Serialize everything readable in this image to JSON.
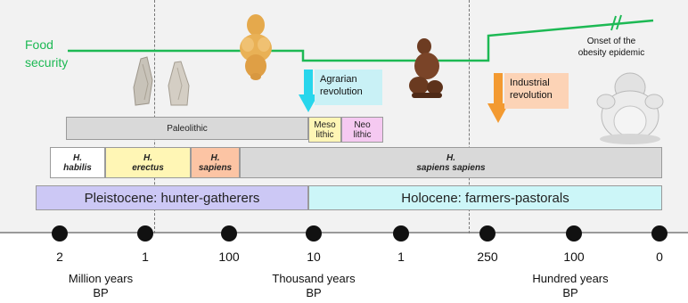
{
  "food_security_label": [
    "Food",
    "security"
  ],
  "obesity_label": [
    "Onset of the",
    "obesity epidemic"
  ],
  "agrarian": {
    "lines": [
      "Agrarian",
      "revolution"
    ],
    "fill": "#c9f1f6",
    "arrow": "#28d6ec"
  },
  "industrial": {
    "lines": [
      "Industrial",
      "revolution"
    ],
    "fill": "#fcd3b6",
    "arrow": "#f39a31"
  },
  "line_color": "#1db954",
  "periods": {
    "paleolithic": "Paleolithic",
    "mesolithic": [
      "Meso",
      "lithic"
    ],
    "neolithic": [
      "Neo",
      "lithic"
    ]
  },
  "species": {
    "habilis": [
      "H.",
      "habilis"
    ],
    "erectus": [
      "H.",
      "erectus"
    ],
    "sapiens": [
      "H.",
      "sapiens"
    ],
    "sapiens_sapiens": [
      "H.",
      "sapiens sapiens"
    ]
  },
  "epochs": {
    "pleistocene": "Pleistocene: hunter-gatherers",
    "holocene": "Holocene: farmers-pastorals"
  },
  "colors": {
    "grey_box": "#d9d9d9",
    "mesolithic": "#fff6b5",
    "neolithic": "#f5c9f1",
    "habilis": "#ffffff",
    "erectus": "#fff6b5",
    "sapiens": "#fcc4a4",
    "pleistocene": "#ccc8f5",
    "holocene": "#ccf6f8"
  },
  "ticks": [
    "2",
    "1",
    "100",
    "10",
    "1",
    "250",
    "100",
    "0"
  ],
  "units": [
    {
      "lines": [
        "Million years",
        "BP"
      ]
    },
    {
      "lines": [
        "Thousand years",
        "BP"
      ]
    },
    {
      "lines": [
        "Hundred years",
        "BP"
      ]
    }
  ],
  "images": [
    "venus-figurine",
    "stone-tools",
    "crouching-figure",
    "laughing-buddha"
  ]
}
